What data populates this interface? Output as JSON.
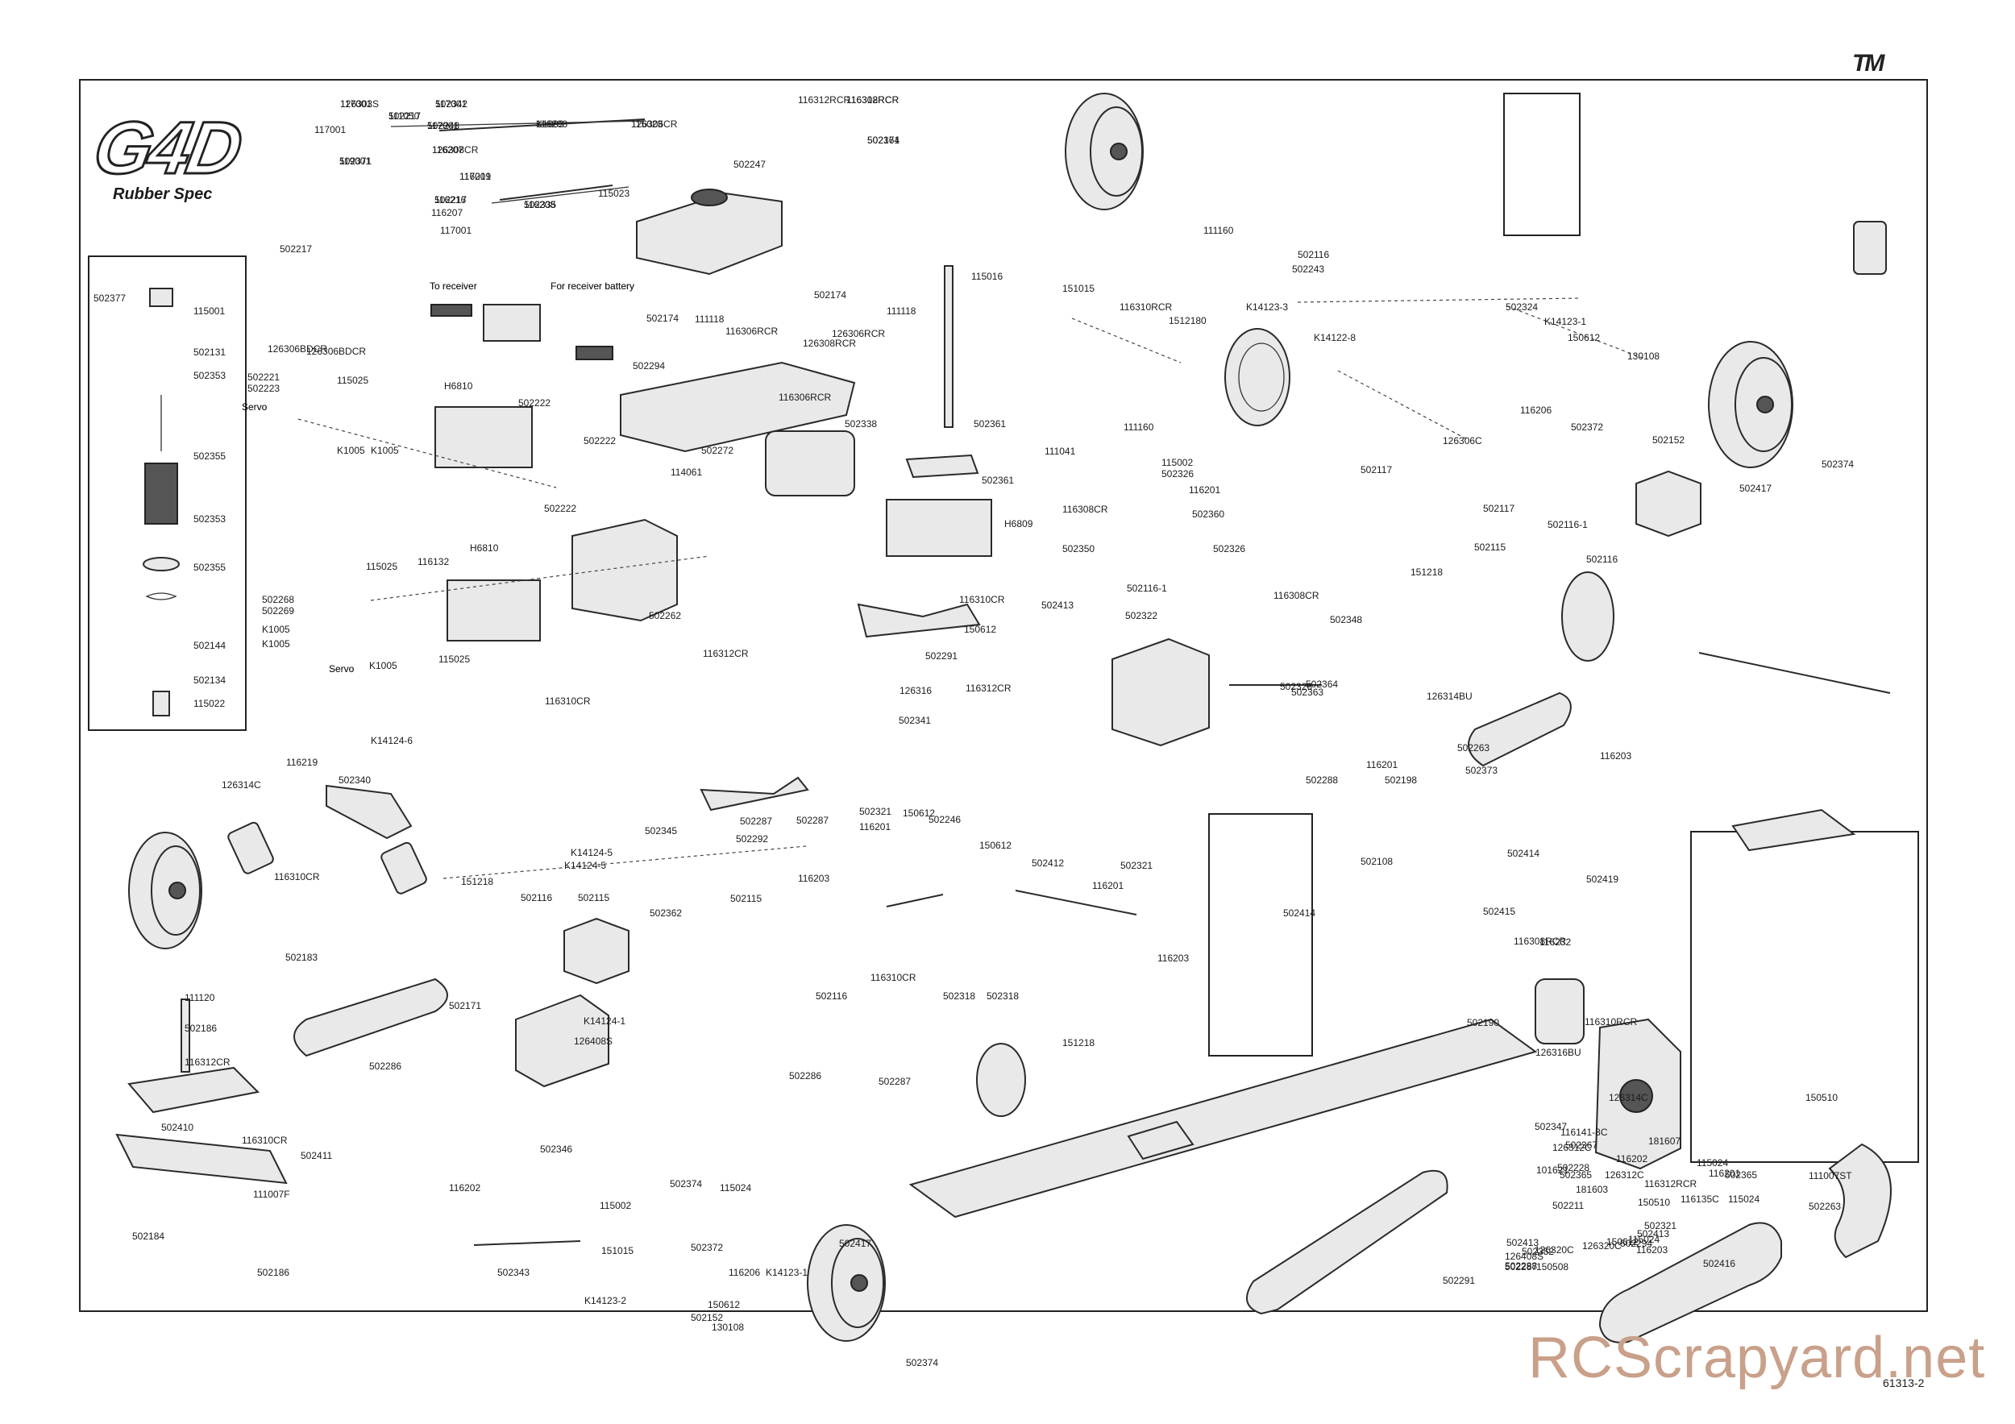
{
  "title": {
    "logo": "G4D",
    "subtitle": "Rubber Spec",
    "brand_logo": "TM"
  },
  "document_number": "61313-2",
  "watermark": "RCScrapyard.net",
  "annotations": {
    "to_receiver": "To receiver",
    "for_receiver_battery": "For receiver battery",
    "servo_1": "Servo",
    "servo_2": "Servo"
  },
  "part_labels": [
    "117001",
    "502217",
    "117001",
    "116208",
    "115023",
    "116312RCR",
    "502174",
    "117001",
    "116207",
    "119001",
    "117001",
    "502217",
    "116208",
    "115023",
    "502247",
    "117001",
    "116207",
    "117001",
    "502217",
    "To receiver",
    "For receiver battery",
    "502174",
    "116312RCR",
    "111118",
    "502377",
    "115001",
    "502174",
    "111118",
    "126306BDCR",
    "502131",
    "126306RCR",
    "126306BDCR",
    "502294",
    "126308RCR",
    "116306RCR",
    "502353",
    "502221",
    "115025",
    "502223",
    "Servo",
    "H6810",
    "502222",
    "502338",
    "K1005",
    "K1005",
    "502355",
    "502272",
    "116306RCR",
    "502222",
    "114061",
    "502353",
    "502355",
    "502222",
    "H6810",
    "116132",
    "115025",
    "502268",
    "502269",
    "K1005",
    "K1005",
    "502262",
    "K1005",
    "Servo",
    "115025",
    "502144",
    "502134",
    "115022",
    "115016",
    "502361",
    "502361",
    "H6809",
    "116310CR",
    "116312CR",
    "126316",
    "502341",
    "502291",
    "116312CR",
    "150612",
    "502413",
    "116310CR",
    "K14124-6",
    "116219",
    "126314C",
    "502340",
    "502287",
    "K14124-5",
    "502345",
    "502292",
    "502287",
    "K14124-5",
    "116310CR",
    "151218",
    "502116",
    "502115",
    "502362",
    "502115",
    "502321",
    "116201",
    "150612",
    "502246",
    "116203",
    "150612",
    "502412",
    "116201",
    "502321",
    "116203",
    "502183",
    "111120",
    "502186",
    "502171",
    "116312CR",
    "502410",
    "116310CR",
    "502411",
    "111007F",
    "502184",
    "502186",
    "K14124-1",
    "126408S",
    "502286",
    "116310CR",
    "502116",
    "502318",
    "502318",
    "151218",
    "502287",
    "502286",
    "502346",
    "116202",
    "502374",
    "115024",
    "115002",
    "502343",
    "151015",
    "502372",
    "K14123-2",
    "150612",
    "116206",
    "130108",
    "502152",
    "K14123-1",
    "502417",
    "502374",
    "111160",
    "502243",
    "151015",
    "116310RCR",
    "1512180",
    "502116",
    "K14123-3",
    "K14122-8",
    "502324",
    "K14123-1",
    "150612",
    "130108",
    "116206",
    "502372",
    "502152",
    "502417",
    "502374",
    "111160",
    "126306C",
    "111041",
    "115002",
    "502326",
    "116201",
    "116308CR",
    "502360",
    "502350",
    "502326",
    "502116-1",
    "502117",
    "502117",
    "502116-1",
    "502115",
    "502116",
    "151218",
    "502322",
    "116308CR",
    "502348",
    "502326",
    "502363",
    "126314BU",
    "502364",
    "502263",
    "502288",
    "502198",
    "116201",
    "502373",
    "116203",
    "502414",
    "502108",
    "502414",
    "116232",
    "502415",
    "502419",
    "116308RCR",
    "116310RCR",
    "502190",
    "126316BU",
    "126314C",
    "116141-8C",
    "502347",
    "116202",
    "502352",
    "502288",
    "126408S",
    "502287",
    "502291",
    "115024",
    "502365",
    "111007ST",
    "502263",
    "502413",
    "126320C",
    "150508",
    "502211",
    "126320C",
    "502413",
    "150612",
    "116201",
    "116312RCR",
    "502321",
    "116203",
    "115024",
    "116135C",
    "115024",
    "126312C",
    "150510",
    "502294",
    "502416",
    "150510",
    "181603",
    "181607",
    "502228",
    "502367",
    "101621",
    "126312C",
    "502365",
    "126303S",
    "111050",
    "502342",
    "K1003",
    "126306CR",
    "116308RCR",
    "502361",
    "502248",
    "126308CR",
    "502371",
    "116219",
    "116216",
    "502335"
  ],
  "colors": {
    "ink": "#1a1a1a",
    "frame": "#222222",
    "watermark": "#c9a08a",
    "part_fill": "#e9e9e9"
  }
}
